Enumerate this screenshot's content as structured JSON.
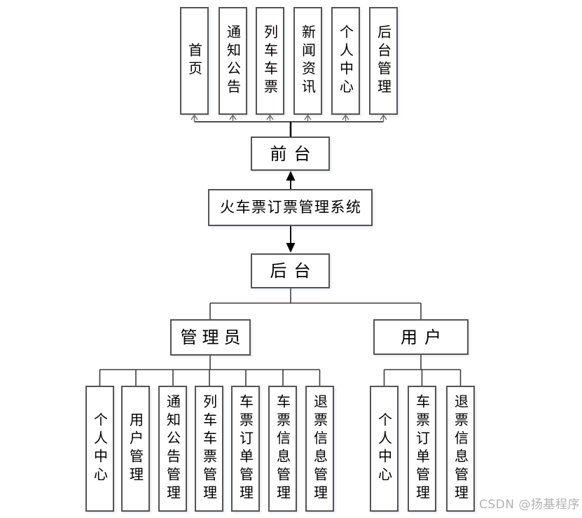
{
  "diagram": {
    "title": "火车票订票管理系统",
    "front": {
      "label": "前台",
      "modules": [
        "首页",
        "通知公告",
        "列车车票",
        "新闻资讯",
        "个人中心",
        "后台管理"
      ]
    },
    "back": {
      "label": "后台",
      "admin": {
        "label": "管理员",
        "modules": [
          "个人中心",
          "用户管理",
          "通知公告管理",
          "列车车票管理",
          "车票订单管理",
          "车票信息管理",
          "退票信息管理"
        ]
      },
      "user": {
        "label": "用户",
        "modules": [
          "个人中心",
          "车票订单管理",
          "退票信息管理"
        ]
      }
    }
  },
  "watermark": "CSDN @扬基程序",
  "colors": {
    "box_border": "#545454",
    "line_gray": "#4f4f4f",
    "line_black": "#000000",
    "watermark_gray": "#b2b2b2",
    "background": "#ffffff"
  }
}
